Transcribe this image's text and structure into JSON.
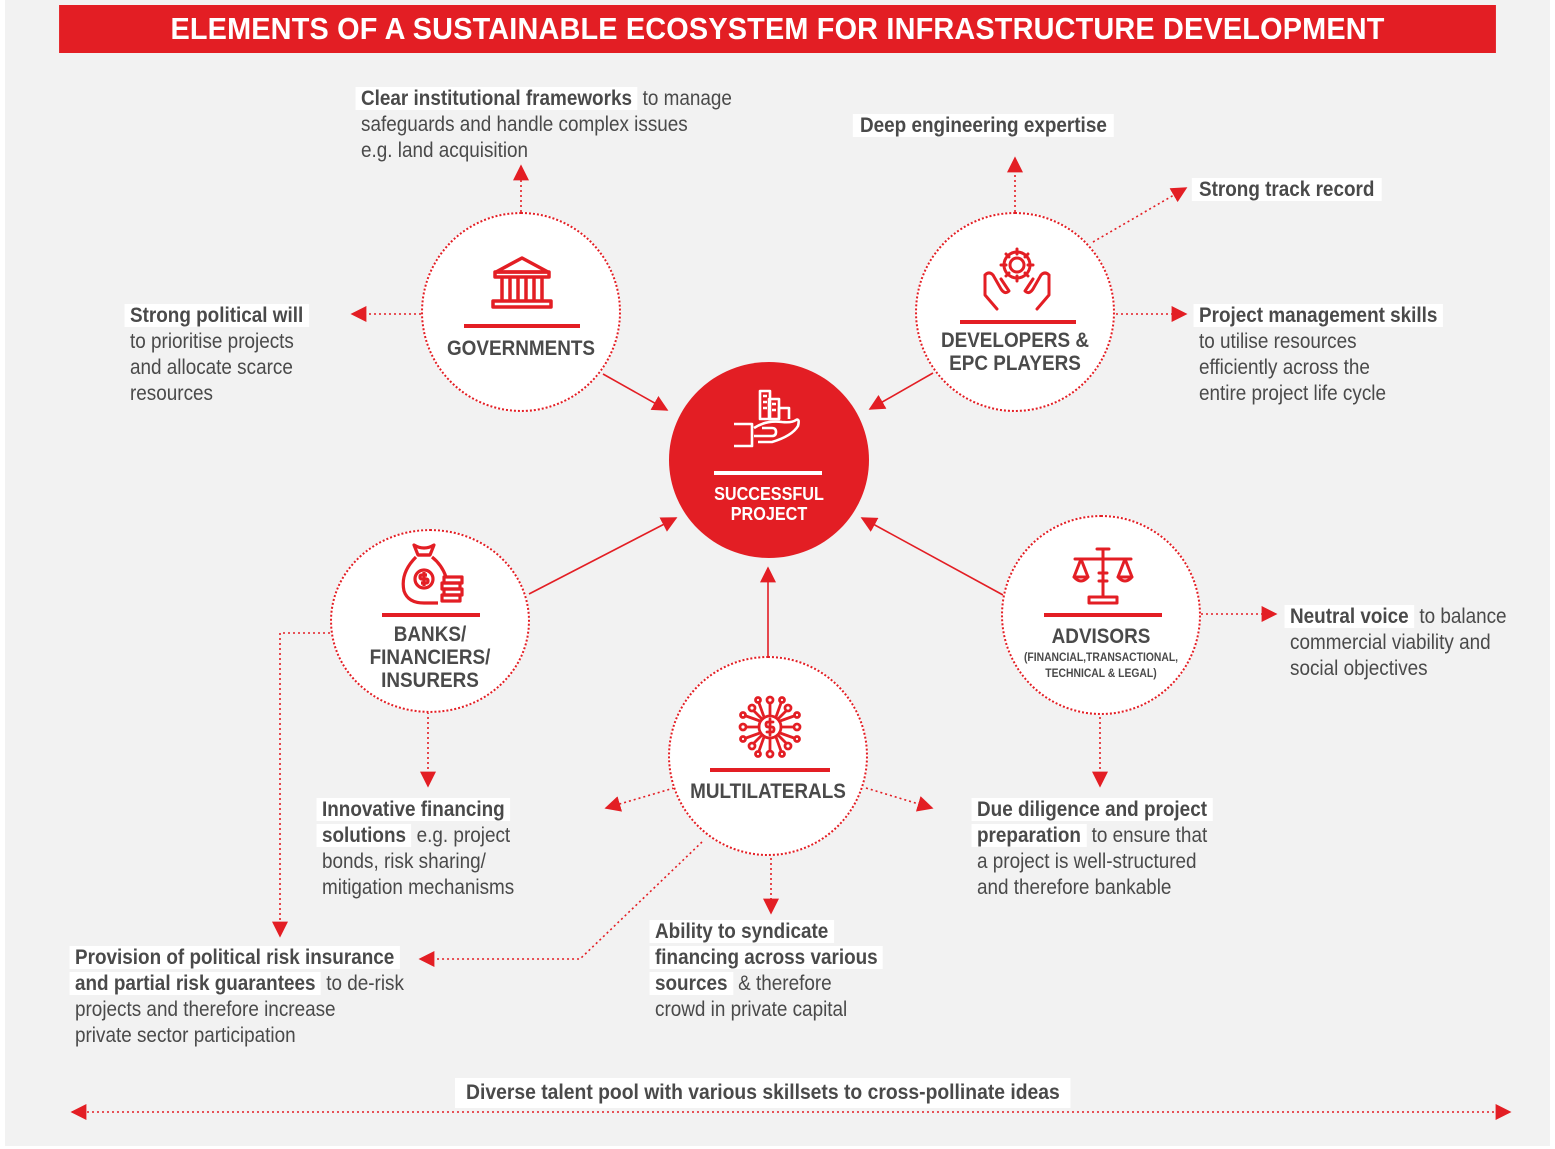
{
  "title": "ELEMENTS OF A SUSTAINABLE ECOSYSTEM FOR INFRASTRUCTURE DEVELOPMENT",
  "accent_color": "#e31e24",
  "hub": {
    "label_1": "SUCCESSFUL",
    "label_2": "PROJECT",
    "icon": "hand-holding-city-icon"
  },
  "nodes": {
    "governments": {
      "label": "GOVERNMENTS",
      "icon": "government-building-icon"
    },
    "developers": {
      "label_1": "DEVELOPERS &",
      "label_2": "EPC PLAYERS",
      "icon": "hands-gear-icon"
    },
    "banks": {
      "label_1": "BANKS/",
      "label_2": "FINANCIERS/",
      "label_3": "INSURERS",
      "icon": "money-bag-icon"
    },
    "multilaterals": {
      "label": "MULTILATERALS",
      "icon": "network-dollar-icon"
    },
    "advisors": {
      "label": "ADVISORS",
      "sub_1": "(FINANCIAL,TRANSACTIONAL,",
      "sub_2": "TECHNICAL & LEGAL)",
      "icon": "scales-icon"
    }
  },
  "notes": {
    "clear_frameworks": {
      "lead": "Clear institutional frameworks",
      "rest_1": " to manage",
      "line_2": "safeguards and handle complex issues",
      "line_3": "e.g. land acquisition"
    },
    "political_will": {
      "lead": "Strong political will",
      "line_2": "to prioritise projects",
      "line_3": "and allocate scarce",
      "line_4": "resources"
    },
    "engineering": {
      "lead": "Deep engineering expertise"
    },
    "track_record": {
      "lead": "Strong track record"
    },
    "project_mgmt": {
      "lead": "Project management skills",
      "line_2": "to utilise resources",
      "line_3": "efficiently across the",
      "line_4": "entire project life cycle"
    },
    "neutral_voice": {
      "lead": "Neutral voice",
      "rest_1": " to balance",
      "line_2": "commercial viability and",
      "line_3": "social objectives"
    },
    "innovative_financing": {
      "lead_1": "Innovative financing",
      "lead_2": "solutions",
      "rest_2": " e.g. project",
      "line_3": "bonds, risk sharing/",
      "line_4": "mitigation mechanisms"
    },
    "due_diligence": {
      "lead_1": "Due diligence and project",
      "lead_2": "preparation",
      "rest_2": " to ensure that",
      "line_3": "a project is well-structured",
      "line_4": "and therefore bankable"
    },
    "syndicate": {
      "lead_1": "Ability to syndicate",
      "lead_2": "financing across various",
      "lead_3": "sources",
      "rest_3": " & therefore",
      "line_4": "crowd in private capital"
    },
    "political_risk": {
      "lead_1": "Provision of political risk insurance",
      "lead_2": "and partial risk guarantees",
      "rest_2": " to de-risk",
      "line_3": "projects and therefore increase",
      "line_4": "private sector participation"
    }
  },
  "bottom_note": "Diverse talent pool with various skillsets to cross-pollinate ideas"
}
